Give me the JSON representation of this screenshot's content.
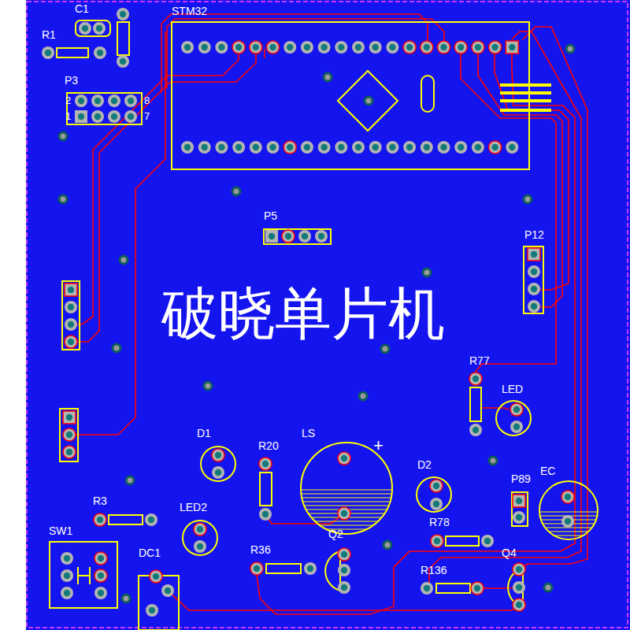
{
  "diagram": {
    "labels": [
      "C1",
      "R1",
      "STM32",
      "P3",
      "2",
      "8",
      "1",
      "7",
      "P5",
      "P12",
      "破晓单片机",
      "R77",
      "LED",
      "D1",
      "R20",
      "LS",
      "+",
      "D2",
      "P89",
      "EC",
      "R3",
      "LED2",
      "R78",
      "SW1",
      "DC1",
      "R36",
      "Q2",
      "R136",
      "Q4"
    ]
  }
}
